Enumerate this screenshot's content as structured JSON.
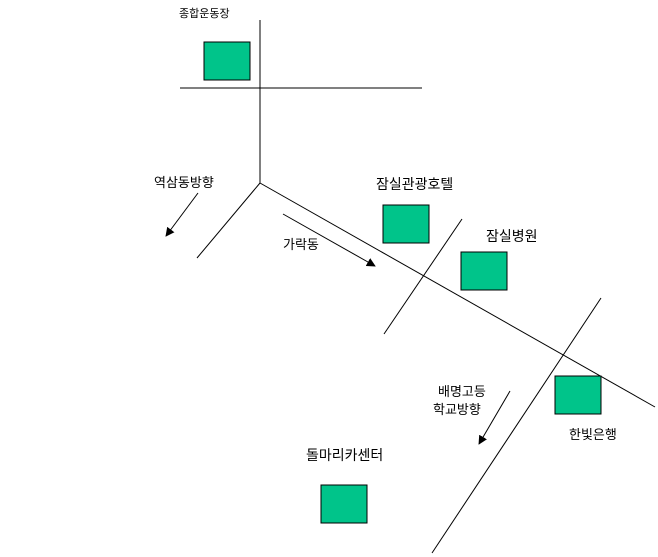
{
  "colors": {
    "building": "#00c48a",
    "line": "#000000",
    "background": "#ffffff"
  },
  "landmarks": {
    "sports_complex": "종합운동장",
    "jamsil_tourist_hotel": "잠실관광호텔",
    "jamsil_hospital": "잠실병원",
    "hanbit_bank": "한빛은행",
    "dolmari_car_center": "돌마리카센터"
  },
  "directions": {
    "yeoksam_dong": "역삼동방향",
    "garak_dong": "가락동",
    "baemyeong_line1": "배명고등",
    "baemyeong_line2": "학교방향"
  }
}
